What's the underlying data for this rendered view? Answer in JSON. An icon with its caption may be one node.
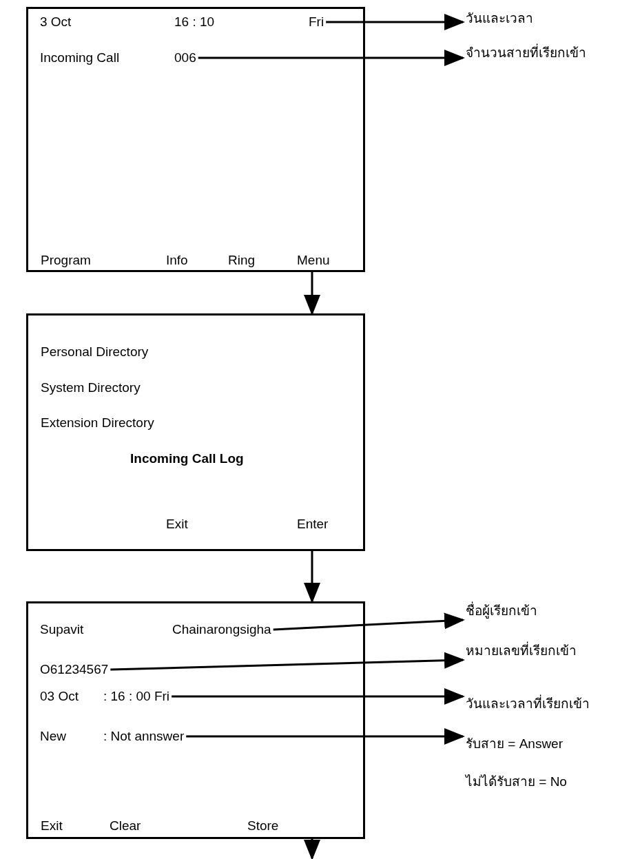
{
  "diagram": {
    "nodes": [
      {
        "text": [
          "Program",
          "Info",
          "Ring",
          "Menu"
        ]
      },
      {
        "text": [
          "3 Oct",
          "16 : 10",
          "Fri"
        ],
        "in": 0
      },
      {
        "text": [
          "Incoming Call",
          "006"
        ],
        "in": 0
      },
      {
        "text": [
          "วันและเวลา"
        ]
      },
      {
        "text": [
          "จำนวนสายที่เรียกเข้า"
        ]
      },
      {
        "text": [
          "Personal Directory",
          "System Directory",
          "Extension Directory",
          "Incoming Call Log",
          "Exit",
          "Enter"
        ]
      },
      {
        "text": [
          "Exit",
          "Clear",
          "Store"
        ]
      },
      {
        "text": [
          "Supavit",
          "Chainarongsigha"
        ],
        "in": 6
      },
      {
        "text": [
          "O61234567"
        ],
        "in": 6
      },
      {
        "text": [
          "03 Oct",
          ": 16 : 00 Fri"
        ],
        "in": 6
      },
      {
        "text": [
          "New",
          ": Not annswer"
        ],
        "in": 6
      },
      {
        "text": [
          "ชื่อผู้เรียกเข้า"
        ]
      },
      {
        "text": [
          "หมายเลขที่เรียกเข้า"
        ]
      },
      {
        "text": [
          "วันและเวลาที่เรียกเข้า"
        ]
      },
      {
        "text": [
          "รับสาย = Answer"
        ]
      }
    ],
    "edges": [
      {
        "from": 1,
        "to": 3,
        "arrow": "to"
      },
      {
        "from": 2,
        "to": 4,
        "arrow": "to"
      },
      {
        "from": 0,
        "to": 5,
        "arrow": "to"
      },
      {
        "from": 5,
        "to": 6,
        "arrow": "to"
      },
      {
        "from": 7,
        "to": 11,
        "arrow": "to"
      },
      {
        "from": 8,
        "to": 12,
        "arrow": "to"
      },
      {
        "from": 9,
        "to": 13,
        "arrow": "to"
      },
      {
        "from": 10,
        "to": 14,
        "arrow": "to"
      },
      {
        "from": 6,
        "to": null,
        "arrow": "to"
      }
    ],
    "labels": [
      "ไม่ได้รับสาย = No"
    ]
  }
}
